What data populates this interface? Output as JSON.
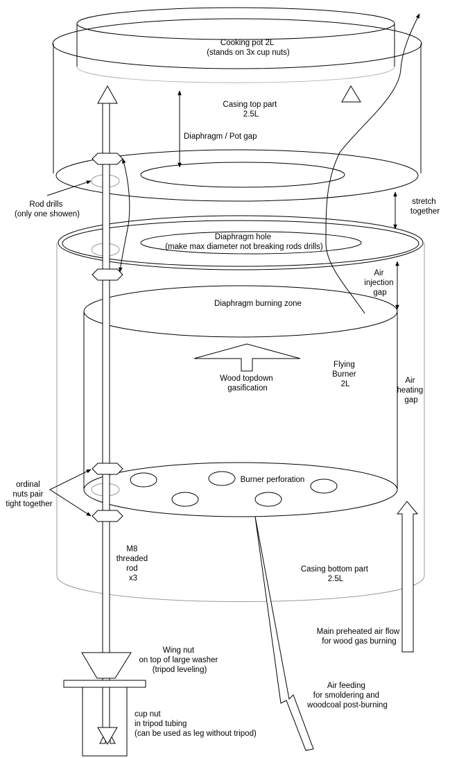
{
  "labels": {
    "cooking_pot": [
      "Cooking pot 2L",
      "(stands on 3x cup nuts)"
    ],
    "casing_top": [
      "Casing top part",
      "2.5L"
    ],
    "diaphragm_pot_gap": [
      "Diaphragm / Pot gap"
    ],
    "rod_drills": [
      "Rod drills",
      "(only one showen)"
    ],
    "stretch_together": [
      "stretch",
      "together"
    ],
    "diaphragm_hole": [
      "Diaphragm hole",
      "(make max diameter not breaking rods drills)"
    ],
    "air_injection_gap": [
      "Air",
      "injection",
      "gap"
    ],
    "diaphragm_burning_zone": [
      "Diaphragm burning zone"
    ],
    "wood_gasification": [
      "Wood topdown",
      "gasification"
    ],
    "flying_burner": [
      "Flying",
      "Burner",
      "2L"
    ],
    "air_heating_gap": [
      "Air",
      "heating",
      "gap"
    ],
    "ordinal_nuts": [
      "ordinal",
      "nuts pair",
      "tight together"
    ],
    "burner_perforation": [
      "Burner perforation"
    ],
    "m8_rod": [
      "M8",
      "threaded",
      "rod",
      "x3"
    ],
    "casing_bottom": [
      "Casing bottom part",
      "2.5L"
    ],
    "main_air_flow": [
      "Main preheated air flow",
      "for wood gas burning"
    ],
    "wing_nut": [
      "Wing nut",
      "on top of large washer",
      "(tripod leveling)"
    ],
    "air_feeding": [
      "Air feeding",
      "for smoldering and",
      "woodcoal post-burning"
    ],
    "cup_nut": [
      "cup nut",
      "in tripod tubing",
      "(can be used as leg without tripod)"
    ]
  },
  "colors": {
    "stroke": "#000000",
    "ghost": "#9a9a9a",
    "background": "#ffffff"
  }
}
